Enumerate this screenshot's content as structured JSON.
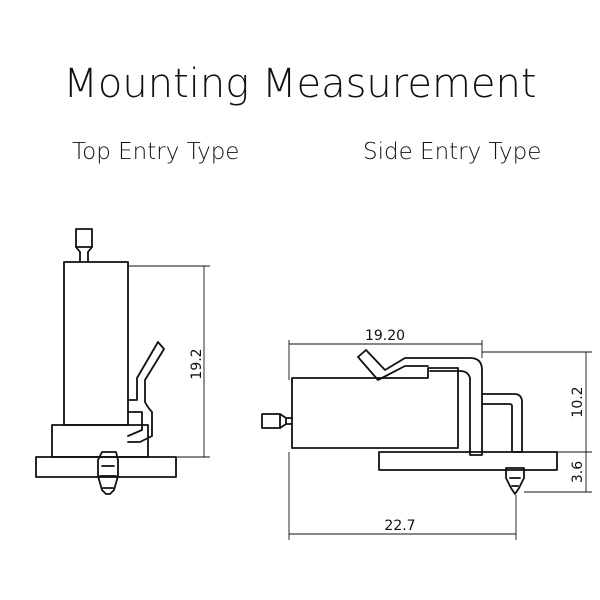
{
  "title": "Mounting Measurement",
  "top_entry": {
    "label": "Top Entry Type",
    "height_dim": "19.2"
  },
  "side_entry": {
    "label": "Side Entry Type",
    "length_dim": "19.20",
    "height_dim": "10.2",
    "pin_dim": "3.6",
    "width_dim": "22.7"
  }
}
